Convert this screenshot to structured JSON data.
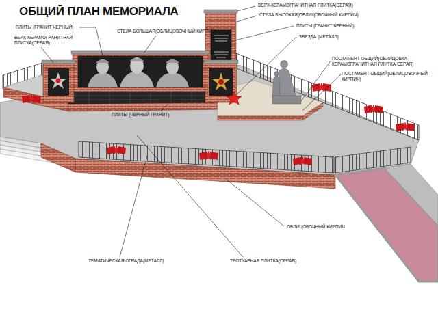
{
  "diagram": {
    "title": "ОБЩИЙ ПЛАН МЕМОРИАЛА",
    "labels": [
      "ПЛИТЫ (ГРАНИТ ЧЕРНЫЙ)",
      "ВЕРХ-КЕРАМОГРАНИТНАЯ ПЛИТКА(СЕРАЯ)",
      "СТЕЛА БОЛЬШАЯ(ОБЛИЦОВОЧНЫЙ КИРПИЧ)",
      "ВЕРХ-КЕРАМОГРАНИТНАЯ ПЛИТКА(СЕРАЯ)",
      "СТЕЛА ВЫСОКАЯ(ОБЛИЦОВОЧНЫЙ КИРПИЧ)",
      "ПЛИТЫ (ГРАНИТ ЧЕРНЫЙ)",
      "ЗВЕЗДА (МЕТАЛЛ)",
      "ПОСТАМЕНТ ОБЩИЙ(ОБЛИЦОВКА-КЕРАМОГРАНИТНАЯ ПЛИТКА СЕРАЯ)",
      "ПОСТАМЕНТ ОБЩИЙ(ОБЛИЦОВОЧНЫЙ КИРПИЧ)",
      "ПЛИТЫ (ЧЕРНЫЙ ГРАНИТ)",
      "ОБЛИЦОВОЧНЫЙ КИРПИЧ",
      "ТЕМАТИЧЕСКАЯ ОГРАДА(МЕТАЛЛ)",
      "ТРОТУАРНАЯ ПЛИТКА(СЕРАЯ)"
    ]
  }
}
